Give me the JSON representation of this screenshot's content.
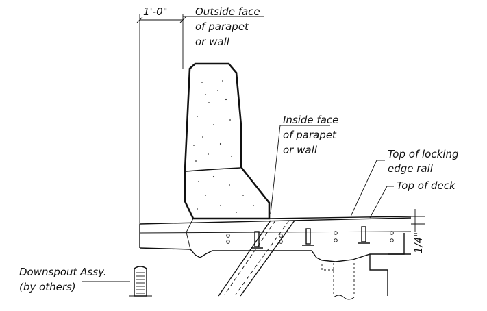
{
  "labels": {
    "dimension": "1'-0\"",
    "outside_face": [
      "Outside face",
      "of parapet",
      "or wall"
    ],
    "inside_face": [
      "Inside face",
      "of parapet",
      "or wall"
    ],
    "top_locking": [
      "Top of locking",
      "edge rail"
    ],
    "top_deck": "Top of deck",
    "quarter_inch": "1/4\"",
    "downspout": [
      "Downspout Assy.",
      "(by others)"
    ]
  },
  "colors": {
    "ink": "#111111",
    "background": "#ffffff"
  }
}
